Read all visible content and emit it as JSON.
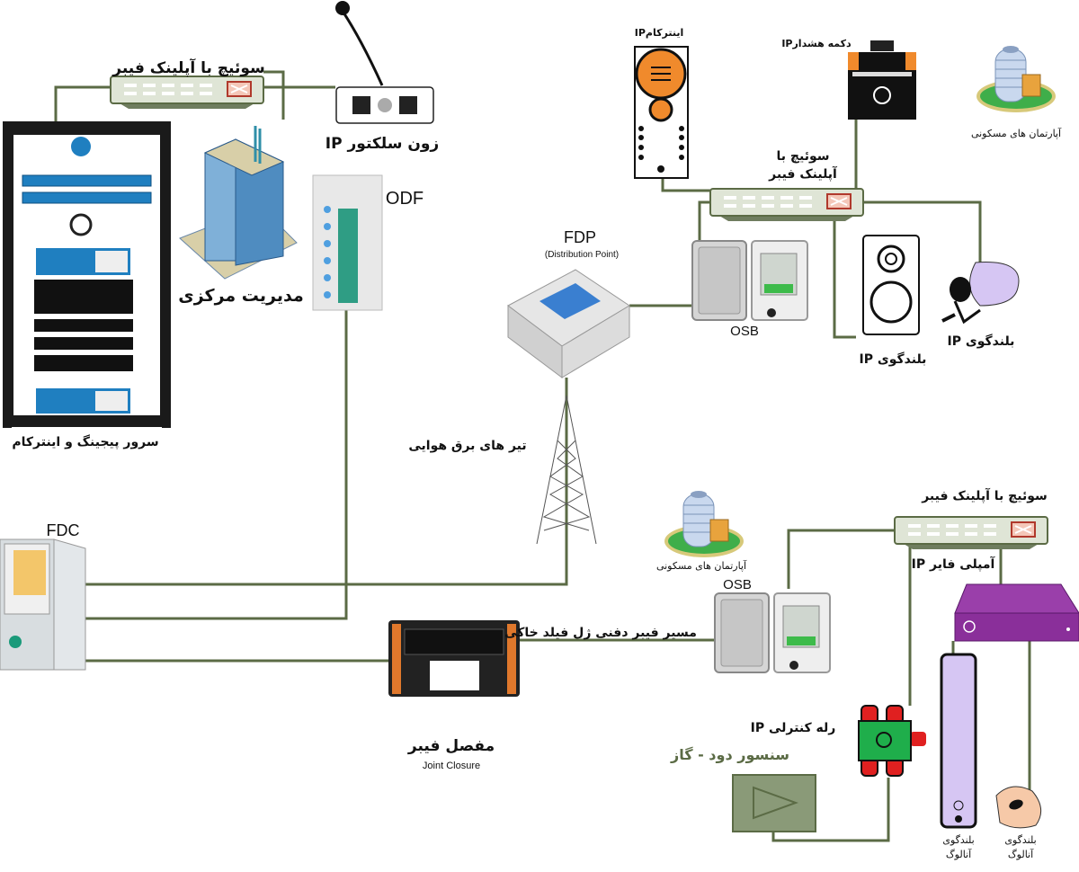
{
  "colors": {
    "line": "#5b6b45",
    "switch_body": "#dfe5d6",
    "switch_accent": "#b0392c",
    "intercom_orange": "#f08a2c",
    "amplifier_purple": "#8a2f9a",
    "relay_green": "#1fae4b",
    "column_speaker": "#d6c6f3",
    "sensor_fill": "#8a9a78"
  },
  "labels": {
    "switch_top_left": "سوئیچ با آپلینک فیبر",
    "zone_selector": "زون سلکتور IP",
    "odf": "ODF",
    "central_management": "مدیریت مرکزی",
    "paging_server": "سرور پیجینگ و اینترکام",
    "ip_intercom": "اینترکامIP",
    "ip_alarm_button": "دکمه هشدارIP",
    "apartments_top": "آپارتمان های مسکونی",
    "switch_mid_line1": "سوئیچ با",
    "switch_mid_line2": "آپلینک فیبر",
    "fdp": "FDP",
    "fdp_sub": "(Distribution Point)",
    "osb_mid": "OSB",
    "ip_speaker_box": "بلندگوی IP",
    "ip_speaker_horn": "بلندگوی IP",
    "overhead_poles": "تیر های برق هوایی",
    "fdc": "FDC",
    "joint_closure": "مفصل فیبر",
    "joint_closure_en": "Joint Closure",
    "buried_route": "مسیر فیبر دفنی ژل فیلد خاکی",
    "osb_bottom": "OSB",
    "apartments_bottom": "آپارتمان های مسکونی",
    "switch_bottom": "سوئیچ با آپلینک فیبر",
    "ip_amplifier": "آمپلی فایر IP",
    "ip_relay": "رله کنترلی IP",
    "smoke_gas_sensor": "سنسور دود - گاز",
    "analog_speaker_column_1": "بلندگوی",
    "analog_speaker_column_2": "آنالوگ",
    "analog_speaker_horn_1": "بلندگوی",
    "analog_speaker_horn_2": "آنالوگ"
  }
}
